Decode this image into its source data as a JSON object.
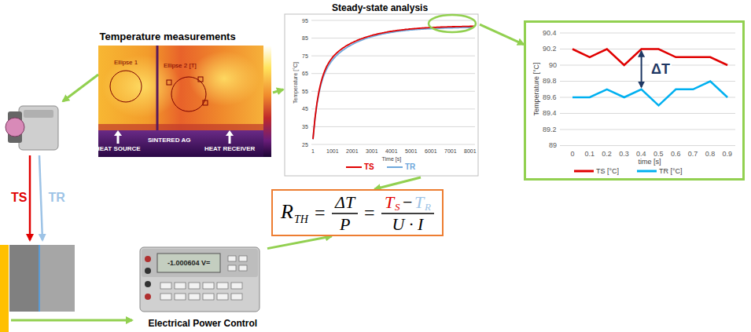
{
  "diagram": {
    "nodes": [
      {
        "text": [
          "Temperature measurements"
        ]
      },
      {
        "text": [
          "Steady-state analysis",
          "Temperature [°C]",
          "Time [s]"
        ]
      },
      {
        "text": [
          "Temperature [°C]",
          "time [s]"
        ]
      },
      {
        "text": [
          "R",
          "TH",
          "=",
          "ΔT",
          "P",
          "=",
          "T",
          "S",
          "−",
          "T",
          "R",
          "U · I"
        ]
      },
      {
        "text": [
          "Electrical Power Control"
        ]
      }
    ],
    "edges": [
      {
        "from": 0,
        "to": 1,
        "arrow": "to"
      },
      {
        "from": 1,
        "to": 2,
        "arrow": "to"
      },
      {
        "from": 1,
        "to": 3,
        "arrow": "to"
      },
      {
        "from": 4,
        "to": 3,
        "arrow": "to"
      }
    ],
    "labels": [
      "Ellipse 1",
      "Ellipse 2 [T]",
      "HEAT SOURCE",
      "SINTERED AG",
      "HEAT RECEIVER",
      "TS",
      "TR",
      "-1.000604 V=",
      "95",
      "85",
      "75",
      "65",
      "55",
      "45",
      "35",
      "25",
      "1",
      "1001",
      "2001",
      "3001",
      "4001",
      "5001",
      "6001",
      "7001",
      "8001",
      "90.4",
      "90.2",
      "90",
      "89.8",
      "89.6",
      "89.4",
      "89.2",
      "89",
      "0",
      "0.1",
      "0.2",
      "0.3",
      "0.4",
      "0.5",
      "0.6",
      "0.7",
      "0.8",
      "0.9",
      "ΔT"
    ],
    "legend": [
      {
        "text": "TS"
      },
      {
        "text": "TR"
      },
      {
        "text": "TS [°C]"
      },
      {
        "text": "TR [°C]"
      }
    ]
  }
}
